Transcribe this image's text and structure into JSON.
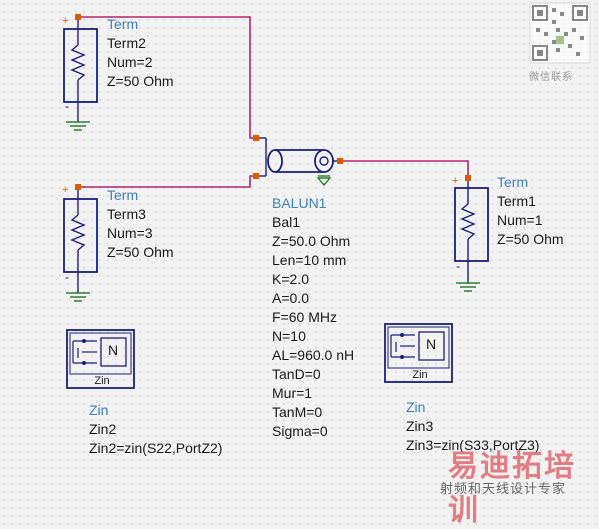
{
  "title": "",
  "colors": {
    "wire": "#b3246f",
    "component": "#1b1f7a",
    "label_blue": "#3d7fc1",
    "ground": "#2e7d32",
    "pin": "#e05a00"
  },
  "term2": {
    "type": "Term",
    "name": "Term2",
    "num": "Num=2",
    "z": "Z=50 Ohm"
  },
  "term3": {
    "type": "Term",
    "name": "Term3",
    "num": "Num=3",
    "z": "Z=50 Ohm"
  },
  "term1": {
    "type": "Term",
    "name": "Term1",
    "num": "Num=1",
    "z": "Z=50 Ohm"
  },
  "balun": {
    "type": "BALUN1",
    "params": [
      "Bal1",
      "Z=50.0 Ohm",
      "Len=10 mm",
      "K=2.0",
      "A=0.0",
      "F=60 MHz",
      "N=10",
      "AL=960.0 nH",
      "TanD=0",
      "Mur=1",
      "TanM=0",
      "Sigma=0"
    ]
  },
  "zin2": {
    "type": "Zin",
    "name": "Zin2",
    "expr": "Zin2=zin(S22,PortZ2)",
    "symbol_letter": "N",
    "symbol_text": "Zin"
  },
  "zin3": {
    "type": "Zin",
    "name": "Zin3",
    "expr": "Zin3=zin(S33,PortZ3)",
    "symbol_letter": "N",
    "symbol_text": "Zin"
  },
  "watermark": {
    "qr_caption": "微信联系",
    "main": "易迪拓培训",
    "sub": "射频和天线设计专家"
  }
}
